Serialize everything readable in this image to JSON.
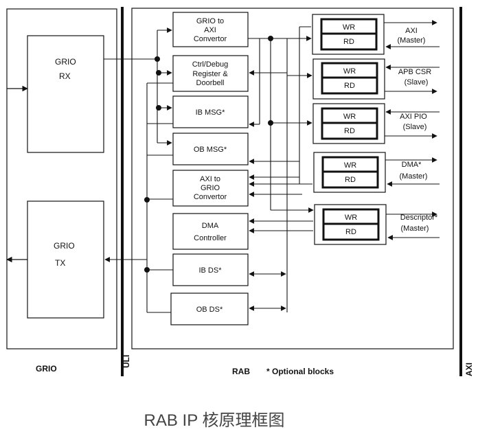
{
  "grio_blocks": {
    "rx": [
      "GRIO",
      "RX"
    ],
    "tx": [
      "GRIO",
      "TX"
    ]
  },
  "rab_blocks": [
    {
      "id": "grio-axi",
      "lines": [
        "GRIO to",
        "AXI",
        "Convertor"
      ]
    },
    {
      "id": "ctrl-debug",
      "lines": [
        "Ctrl/Debug",
        "Register &",
        "Doorbell"
      ]
    },
    {
      "id": "ib-msg",
      "lines": [
        "IB MSG*"
      ]
    },
    {
      "id": "ob-msg",
      "lines": [
        "OB MSG*"
      ]
    },
    {
      "id": "axi-grio",
      "lines": [
        "AXI to",
        "GRIO",
        "Convertor"
      ]
    },
    {
      "id": "dma-controller",
      "lines": [
        "DMA",
        "Controller"
      ]
    },
    {
      "id": "ib-ds",
      "lines": [
        "IB DS*"
      ]
    },
    {
      "id": "ob-ds",
      "lines": [
        "OB DS*"
      ]
    }
  ],
  "ports": [
    {
      "id": "axi-master",
      "wr": "WR",
      "rd": "RD",
      "lines": [
        "AXI",
        "(Master)"
      ]
    },
    {
      "id": "apb-csr",
      "wr": "WR",
      "rd": "RD",
      "lines": [
        "APB CSR",
        "(Slave)"
      ]
    },
    {
      "id": "axi-pio",
      "wr": "WR",
      "rd": "RD",
      "lines": [
        "AXI PIO",
        "(Slave)"
      ]
    },
    {
      "id": "dma-master",
      "wr": "WR",
      "rd": "RD",
      "lines": [
        "DMA*",
        "(Master)"
      ]
    },
    {
      "id": "descriptor-master",
      "wr": "WR",
      "rd": "RD",
      "lines": [
        "Descriptor*",
        "(Master)"
      ]
    }
  ],
  "footer": {
    "grio": "GRIO",
    "uli": "ULI",
    "rab": "RAB",
    "optional": "* Optional blocks",
    "axi": "AXI"
  },
  "caption": "RAB IP 核原理框图"
}
